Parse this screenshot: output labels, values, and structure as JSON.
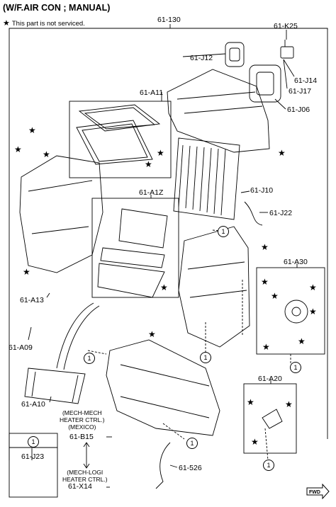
{
  "header": {
    "title": "(W/F.AIR CON ; MANUAL)",
    "note_star": "★",
    "note_text": "This part is not serviced."
  },
  "labels": {
    "main_assy": "61-130",
    "k25": "61-K25",
    "j12": "61-J12",
    "j14": "61-J14",
    "j17": "61-J17",
    "j06": "61-J06",
    "a11": "61-A11",
    "j10": "61-J10",
    "a1z": "61-A1Z",
    "j22": "61-J22",
    "a30": "61-A30",
    "a13": "61-A13",
    "a09": "61-A09",
    "a10": "61-A10",
    "a20": "61-A20",
    "b15": "61-B15",
    "j23": "61-J23",
    "x14": "61-X14",
    "p526": "61-526"
  },
  "notes": {
    "mech_mech_1": "(MECH-MECH",
    "mech_mech_2": "HEATER CTRL.)",
    "mech_mech_3": "(MEXICO)",
    "mech_logi_1": "(MECH-LOGI",
    "mech_logi_2": "HEATER CTRL.)"
  },
  "callout_number": "1",
  "fwd_label": "FWD",
  "star_symbol": "★"
}
